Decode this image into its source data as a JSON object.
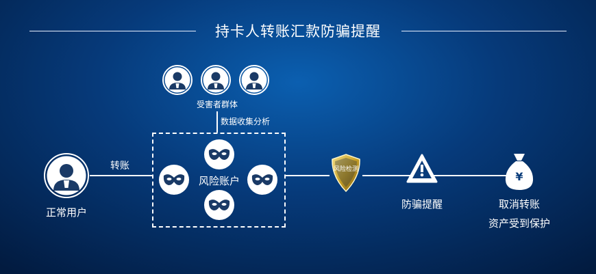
{
  "title": "持卡人转账汇款防骗提醒",
  "victims_label": "受害者群体",
  "data_collection_label": "数据收集分析",
  "normal_user_label": "正常用户",
  "transfer_label": "转账",
  "risk_account_label": "风险账户",
  "risk_detection_label": "风险检测",
  "fraud_alert_label": "防骗提醒",
  "cancel_transfer_label": "取消转账",
  "funds_protected_label": "资产受到保护",
  "money_symbol": "¥",
  "colors": {
    "bg_center": "#0b5fb0",
    "bg_edge": "#021b40",
    "line": "#ffffff",
    "shield_gold": "#c9a227"
  },
  "icons": [
    "user-icon",
    "mask-icon",
    "shield-icon",
    "warning-icon",
    "money-bag-icon"
  ]
}
